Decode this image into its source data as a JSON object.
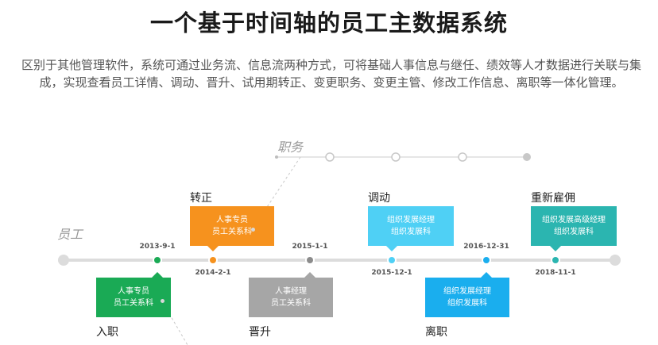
{
  "header": {
    "title": "一个基于时间轴的员工主数据系统",
    "description": "区别于其他管理软件，系统可通过业务流、信息流两种方式，可将基础人事信息与继任、绩效等人才数据进行关联与集成，实现查看员工详情、调动、晋升、试用期转正、变更职务、变更主管、修改工作信息、离职等一体化管理。"
  },
  "timeline": {
    "employee_label": "员工",
    "position_label": "职务",
    "events": [
      {
        "title": "入职",
        "date": "2013-9-1",
        "line1": "人事专员",
        "line2": "员工关系科",
        "color": "#1aaa55",
        "dot_color": "#1aaa55"
      },
      {
        "title": "转正",
        "date": "2014-2-1",
        "line1": "人事专员",
        "line2": "员工关系科",
        "color": "#f6921e",
        "dot_color": "#f6921e"
      },
      {
        "title": "晋升",
        "date": "2015-1-1",
        "line1": "人事经理",
        "line2": "员工关系科",
        "color": "#a6a6a6",
        "dot_color": "#8c8c8c"
      },
      {
        "title": "调动",
        "date": "2015-12-1",
        "line1": "组织发展经理",
        "line2": "组织发展科",
        "color": "#4fd0f5",
        "dot_color": "#4fd0f5"
      },
      {
        "title": "离职",
        "date": "2016-12-31",
        "line1": "组织发展经理",
        "line2": "组织发展科",
        "color": "#1aaeee",
        "dot_color": "#1aaeee"
      },
      {
        "title": "重新雇佣",
        "date": "2018-11-1",
        "line1": "组织发展高级经理",
        "line2": "组织发展科",
        "color": "#2bb5b0",
        "dot_color": "#2bb5b0"
      }
    ]
  }
}
